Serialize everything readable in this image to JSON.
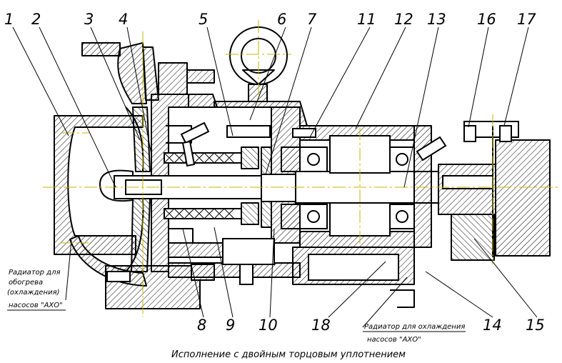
{
  "callouts": {
    "c1": "1",
    "c2": "2",
    "c3": "3",
    "c4": "4",
    "c5": "5",
    "c6": "6",
    "c7": "7",
    "c11": "11",
    "c12": "12",
    "c13": "13",
    "c16": "16",
    "c17": "17",
    "c8": "8",
    "c9": "9",
    "c10": "10",
    "c18": "18",
    "c14": "14",
    "c15": "15"
  },
  "notes": {
    "heating_line1": "Радиатор для",
    "heating_line2": "обогрева",
    "heating_line3": "(охлаждения)",
    "heating_line4": "насосов \"АХО\"",
    "cooling_line1": "Радиатор для охлаждения",
    "cooling_line2": "насосов \"АХО\""
  },
  "caption": "Исполнение с двойным торцовым уплотнением",
  "colors": {
    "line": "#000000",
    "axis": "#c9b400",
    "background": "#ffffff"
  }
}
